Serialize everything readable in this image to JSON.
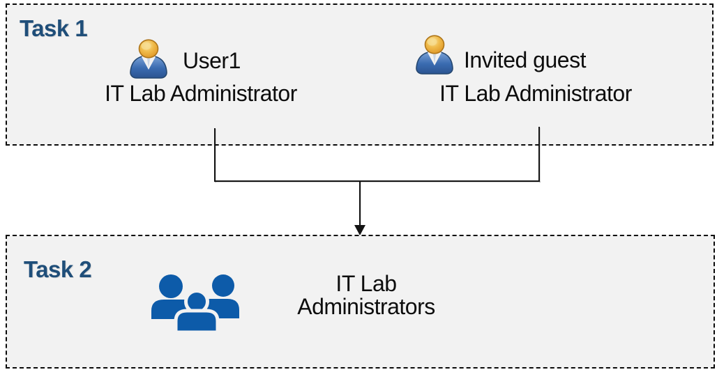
{
  "diagram": {
    "background_color": "#FFFFFF",
    "box_fill_color": "#F2F2F2",
    "box_border_color": "#0A0A0A",
    "title_color": "#1F4E79",
    "text_color": "#0D0D0D",
    "connector_color": "#141414",
    "group_icon_color": "#0D5BA9",
    "persona_head_color": "#EFB93F",
    "persona_body_color": "#3A6BB0"
  },
  "task1": {
    "title": "Task 1",
    "personas": [
      {
        "name": "User1",
        "role": "IT Lab Administrator"
      },
      {
        "name": "Invited guest",
        "role": "IT Lab Administrator"
      }
    ]
  },
  "task2": {
    "title": "Task 2",
    "group_label_line1": "IT Lab",
    "group_label_line2": "Administrators"
  }
}
